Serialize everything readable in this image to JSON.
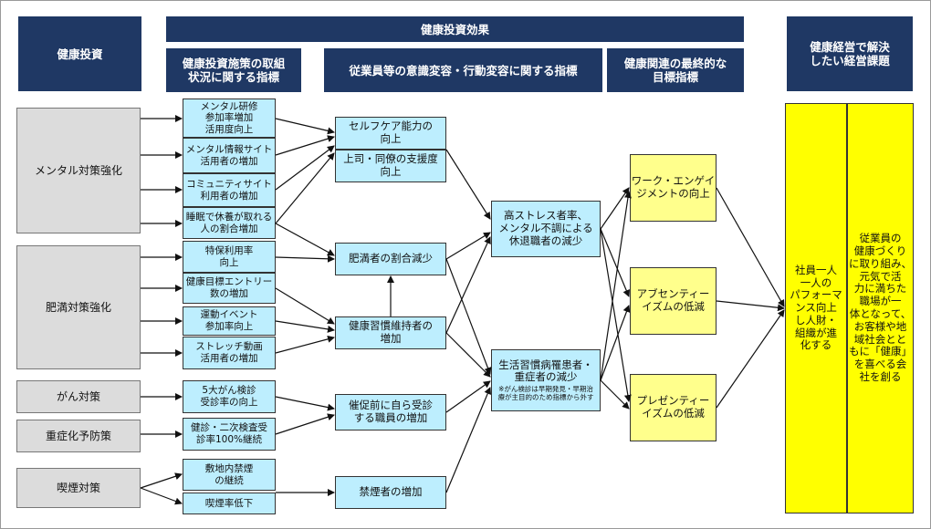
{
  "headers": {
    "investment": "健康投資",
    "effect": "健康投資効果",
    "measures": "健康投資施策の取組\n状況に関する指標",
    "awareness": "従業員等の意識変容・行動変容に関する指標",
    "final": "健康関連の最終的な\n目標指標",
    "issues": "健康経営で解決\nしたい経営課題"
  },
  "investments": {
    "mental": "メンタル対策強化",
    "obesity": "肥満対策強化",
    "cancer": "がん対策",
    "severe": "重症化予防策",
    "smoking": "喫煙対策"
  },
  "measures": {
    "m1": "メンタル研修\n参加率増加\n活用度向上",
    "m2": "メンタル情報サイト\n活用者の増加",
    "m3": "コミュニティサイト\n利用者の増加",
    "m4": "睡眠で休養が取れる\n人の割合増加",
    "m5": "特保利用率\n向上",
    "m6": "健康目標エントリー\n数の増加",
    "m7": "運動イベント\n参加率向上",
    "m8": "ストレッチ動画\n活用者の増加",
    "m9": "5大がん検診\n受診率の向上",
    "m10": "健診・二次検査受\n診率100%継続",
    "m11": "敷地内禁煙\nの継続",
    "m12": "喫煙率低下"
  },
  "awareness": {
    "a1": "セルフケア能力の\n向上",
    "a2": "上司・同僚の支援度\n向上",
    "a3": "肥満者の割合減少",
    "a4": "健康習慣維持者の\n増加",
    "a5": "催促前に自ら受診\nする職員の増加",
    "a6": "禁煙者の増加"
  },
  "mid": {
    "stress": "高ストレス者率、\nメンタル不調による\n休退職者の減少",
    "lifestyle": "生活習慣病罹患者・\n重症者の減少",
    "lifestyle_note": "※がん検診は早期発見・早期治\n療が主目的のため指標から外す"
  },
  "final": {
    "engagement": "ワーク・エンゲイ\nジメントの向上",
    "absenteeism": "アブセンティー\nイズムの低減",
    "presenteeism": "プレゼンティー\nイズムの低減"
  },
  "issues": {
    "performance": "社員一人\n一人の\nパフォーマ\nンス向上\nし人財・\n組織が進\n化する",
    "society": "従業員の\n健康づくり\nに取り組み、\n元気で活\n力に満ちた\n職場が一\n体となって、\nお客様や地\n域社会とと\nもに「健康」\nを喜べる会\n社を創る"
  },
  "colors": {
    "header": "#1f3864",
    "investment": "#dcdcdc",
    "indicator": "#bdeefe",
    "final": "#ffff8c",
    "issue": "#ffff00"
  }
}
